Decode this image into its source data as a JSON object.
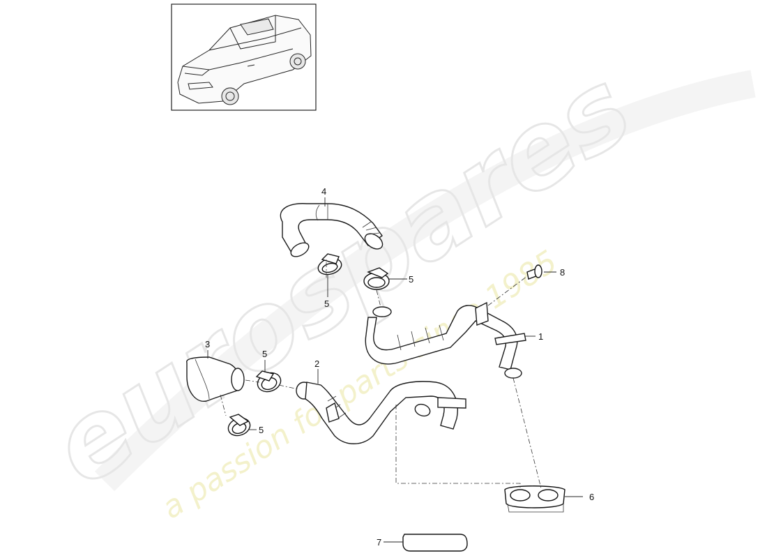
{
  "watermark": {
    "brand": "eurospares",
    "tagline": "a passion for parts since 1985"
  },
  "callouts": [
    {
      "id": "1",
      "label": "1"
    },
    {
      "id": "2",
      "label": "2"
    },
    {
      "id": "3",
      "label": "3"
    },
    {
      "id": "4",
      "label": "4"
    },
    {
      "id": "5a",
      "label": "5"
    },
    {
      "id": "5b",
      "label": "5"
    },
    {
      "id": "5c",
      "label": "5"
    },
    {
      "id": "5d",
      "label": "5"
    },
    {
      "id": "6",
      "label": "6"
    },
    {
      "id": "7",
      "label": "7"
    },
    {
      "id": "8",
      "label": "8"
    }
  ]
}
